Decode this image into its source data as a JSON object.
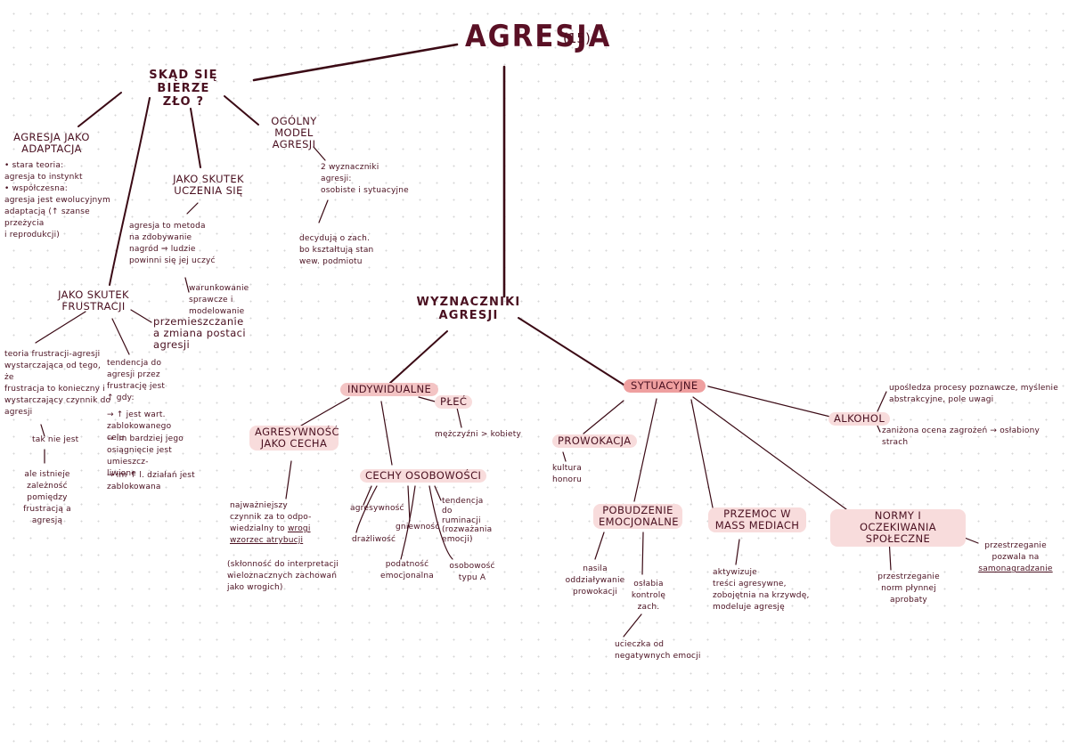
{
  "title": "AGRESJA",
  "title_suffix": "(15)",
  "skad": {
    "heading": "SKĄD SIĘ BIERZE\nZŁO ?",
    "adaptacja": {
      "heading": "AGRESJA JAKO\nADAPTACJA",
      "body": "• stara teoria:\n  agresja to instynkt\n• współczesna:\n  agresja jest ewolucyjnym\n  adaptacją (↑ szanse przeżycia\n  i reprodukcji)"
    },
    "uczenie": {
      "heading": "JAKO SKUTEK\nUCZENIA SIĘ",
      "body": "agresja to metoda\nna zdobywanie\nnagród ⇒ ludzie\npowinni się jej uczyć",
      "warunkowanie": "warunkowanie\nsprawcze i modelowanie"
    },
    "model": {
      "heading": "OGÓLNY MODEL\nAGRESJI",
      "body1": "2 wyznaczniki\nagresji:\nosobiste i sytuacyjne",
      "body2": "decydują o zach.\nbo kształtują stan\nwew. podmiotu"
    },
    "frustracja": {
      "heading": "JAKO SKUTEK\nFRUSTRACJI",
      "przemieszczanie": "przemieszczanie\na zmiana postaci\nagresji",
      "teoria": "teoria frustracji-agresji\nwystarczająca od tego, że\nfrustracja to konieczny i\nwystarczający czynnik do\nagresji",
      "nie_jest": "tak nie jest",
      "zaleznosc": "ale istnieje\nzależność pomiędzy\nfrustracją a agresją",
      "tendencja": "tendencja do\nagresji przez\nfrustrację jest\n↑ gdy:",
      "item1": "→ ↑ jest wart. zablokowanego\n   celu",
      "item2": "→ im bardziej jego\n   osiągnięcie jest umieszcz-\n   liwione",
      "item3": "→ im ↑ l. działań jest\n   zablokowana"
    }
  },
  "wyznaczniki": {
    "heading": "WYZNACZNIKI\nAGRESJI",
    "indywidualne": {
      "label": "INDYWIDUALNE",
      "plec": "PŁEĆ",
      "plec_detail": "mężczyźni > kobiety",
      "cecha": {
        "label": "AGRESYWNOŚĆ\nJAKO CECHA",
        "body1": "najważniejszy\nczynnik za to odpo-\nwiedzialny to ",
        "underlined": "wrogi\nwzorzec atrybucji",
        "body2": "(skłonność do interpretacji\nwieloznacznych zachowań\njako wrogich)"
      },
      "osobowosci": {
        "label": "CECHY OSOBOWOŚCI",
        "agresywnosc": "agresywność",
        "drazliwosc": "drażliwość",
        "gniewnosc": "gniewność",
        "podatnosc": "podatność\nemocjonalna",
        "tendencja": "tendencja\ndo\nruminacji\n(rozważania\nemocji)",
        "typ_a": "osobowość\ntypu A"
      }
    },
    "sytuacyjne": {
      "label": "SYTUACYJNE",
      "prowokacja": {
        "label": "PROWOKACJA",
        "detail": "kultura\nhonoru"
      },
      "pobudzenie": {
        "label": "POBUDZENIE\nEMOCJONALNE",
        "d1": "nasila\noddziaływanie\nprowokacji",
        "d2": "osłabia\nkontrolę\nzach.",
        "d3": "ucieczka od\nnegatywnych emocji"
      },
      "przemoc": {
        "label": "PRZEMOC W\nMASS MEDIACH",
        "detail": "aktywizuje\ntreści agresywne,\nzobojętnia na krzywdę,\nmodeluje agresję"
      },
      "normy": {
        "label": "NORMY I OCZEKIWANIA\nSPOŁECZNE",
        "d1": "przestrzeganie\nnorm płynnej\naprobaty",
        "d2_pre": "przestrzeganie\npozwala na\n",
        "d2_ul": "samonagradzanie"
      },
      "alkohol": {
        "label": "ALKOHOL",
        "d1": "upośledza procesy poznawcze, myślenie\nabstrakcyjne, pole uwagi",
        "d2": "zaniżona ocena zagrożeń → osłabiony\nstrach"
      }
    }
  }
}
